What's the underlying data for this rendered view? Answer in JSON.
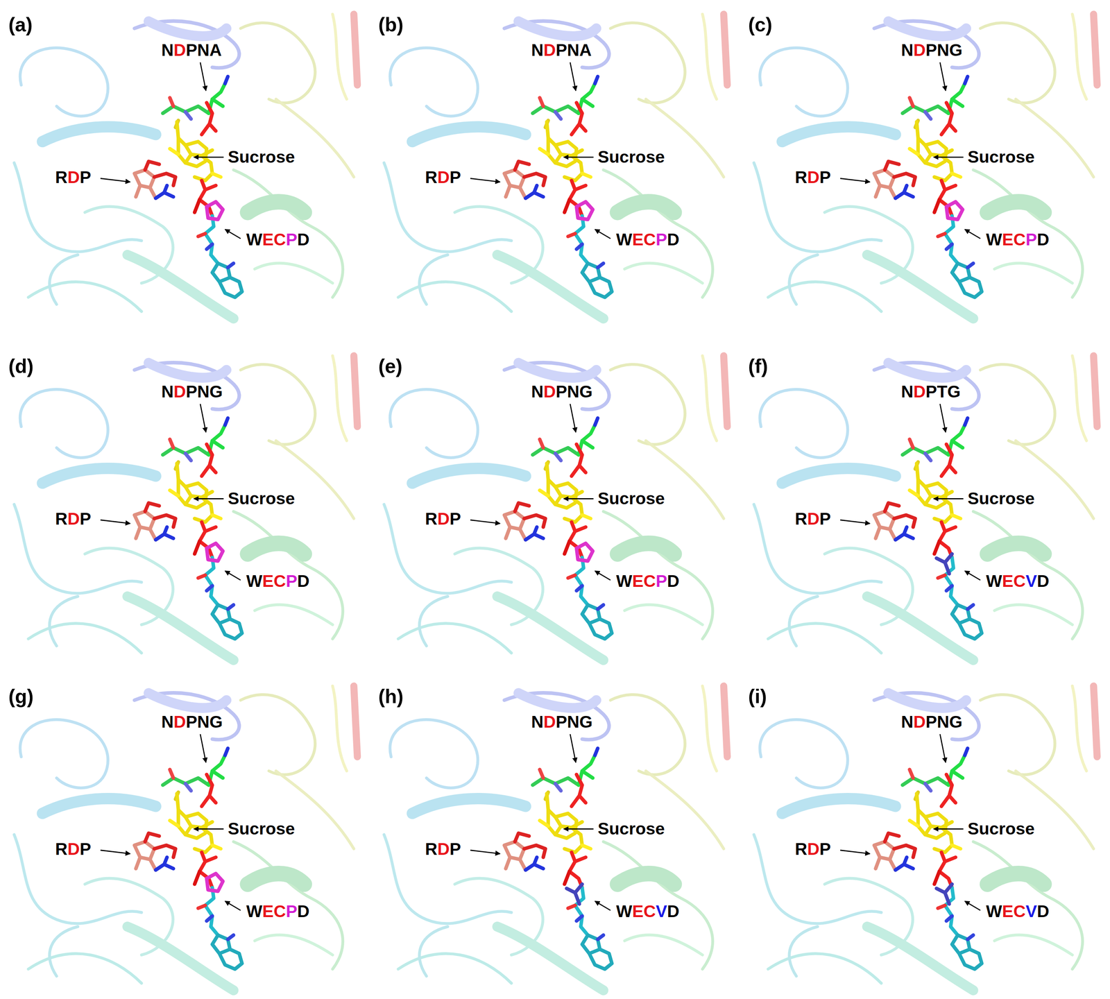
{
  "diagram": {
    "labels": [
      "(a)",
      "NDPNA",
      "Sucrose",
      "RDP",
      "WECPD",
      "(b)",
      "NDPNA",
      "Sucrose",
      "RDP",
      "WECPD",
      "(c)",
      "NDPNG",
      "Sucrose",
      "RDP",
      "WECPD",
      "(d)",
      "NDPNG",
      "Sucrose",
      "RDP",
      "WECPD",
      "(e)",
      "NDPNG",
      "Sucrose",
      "RDP",
      "WECPD",
      "(f)",
      "NDPTG",
      "Sucrose",
      "RDP",
      "WECVD",
      "(g)",
      "NDPNG",
      "Sucrose",
      "RDP",
      "WECPD",
      "(h)",
      "NDPNG",
      "Sucrose",
      "RDP",
      "WECVD",
      "(i)",
      "NDPNG",
      "Sucrose",
      "RDP",
      "WECVD"
    ]
  }
}
